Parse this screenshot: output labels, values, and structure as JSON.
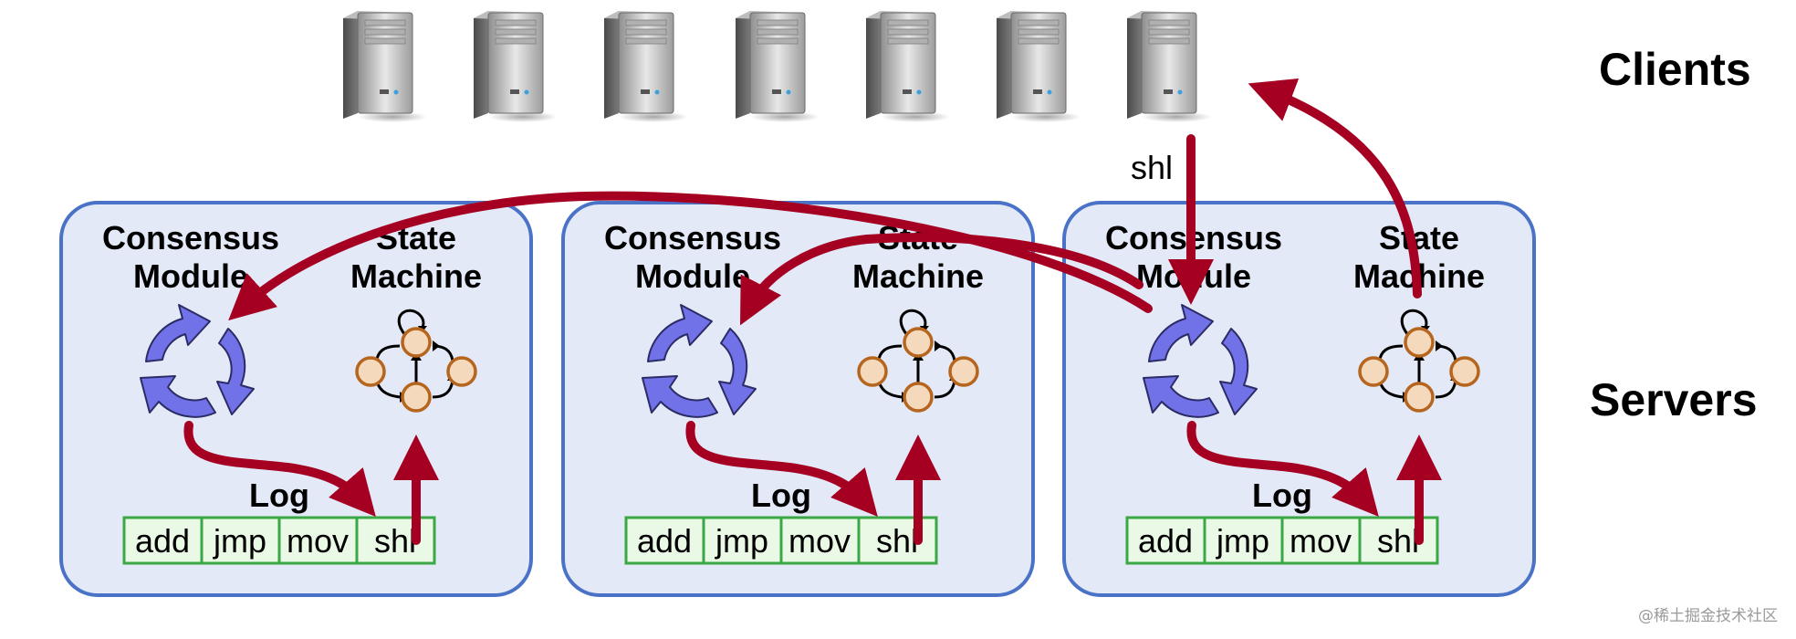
{
  "headings": {
    "clients": "Clients",
    "servers": "Servers"
  },
  "client_count": 7,
  "command_label": "shl",
  "servers": [
    {
      "consensus_label_1": "Consensus",
      "consensus_label_2": "Module",
      "state_label_1": "State",
      "state_label_2": "Machine",
      "log_label": "Log",
      "log_entries": [
        "add",
        "jmp",
        "mov",
        "shl"
      ]
    },
    {
      "consensus_label_1": "Consensus",
      "consensus_label_2": "Module",
      "state_label_1": "State",
      "state_label_2": "Machine",
      "log_label": "Log",
      "log_entries": [
        "add",
        "jmp",
        "mov",
        "shl"
      ]
    },
    {
      "consensus_label_1": "Consensus",
      "consensus_label_2": "Module",
      "state_label_1": "State",
      "state_label_2": "Machine",
      "log_label": "Log",
      "log_entries": [
        "add",
        "jmp",
        "mov",
        "shl"
      ]
    }
  ],
  "watermark": "@稀土掘金技术社区",
  "colors": {
    "server_box_fill": "#e3e9f7",
    "server_box_stroke": "#4a73c8",
    "arrow": "#a50021",
    "consensus_arrows": "#7272e8",
    "state_node_fill": "#f4d9bd",
    "state_node_stroke": "#b5651d",
    "log_cell_fill": "#eaf8e6",
    "log_cell_stroke": "#3aa845"
  },
  "icons": {
    "client": "desktop-tower-icon",
    "consensus": "cycle-arrows-icon",
    "state_machine": "state-graph-icon"
  }
}
